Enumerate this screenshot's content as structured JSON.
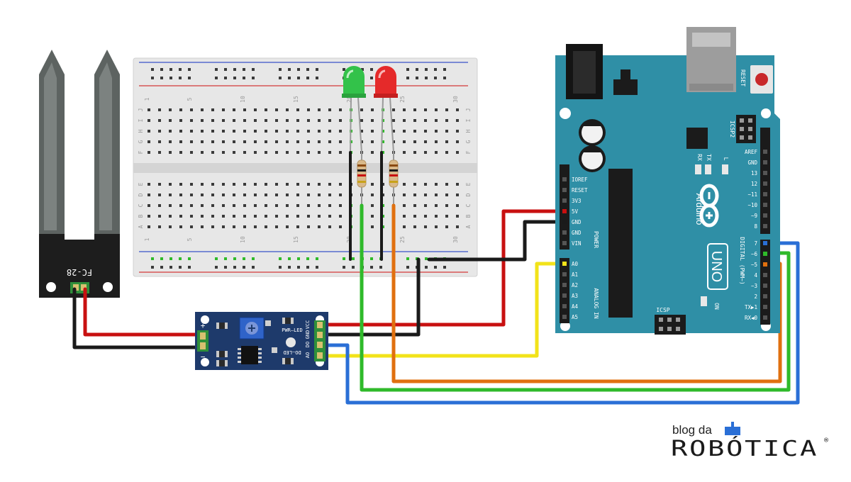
{
  "sensor_probe": {
    "label": "FC-28"
  },
  "sensor_module": {
    "pwr_led_label": "PWR—LED",
    "do_led_label": "DO—LED",
    "pin_labels": [
      "VCC",
      "GND",
      "DO",
      "AO"
    ],
    "plus": "+",
    "minus": "−"
  },
  "breadboard": {
    "column_numbers": [
      "1",
      "5",
      "10",
      "15",
      "20",
      "25",
      "30"
    ],
    "row_letters_top": [
      "J",
      "I",
      "H",
      "G",
      "F"
    ],
    "row_letters_bottom": [
      "E",
      "D",
      "C",
      "B",
      "A"
    ]
  },
  "arduino": {
    "reset_label": "RESET",
    "brand": "Arduino",
    "model": "UNO",
    "icsp_label": "ICSP",
    "icsp2_label": "ICSP2",
    "tx": "TX",
    "rx": "RX",
    "l": "L",
    "on": "ON",
    "power_header_title": "POWER",
    "analog_header_title": "ANALOG IN",
    "digital_header_title": "DIGITAL (PWM~)",
    "power_pins": [
      "IOREF",
      "RESET",
      "3V3",
      "5V",
      "GND",
      "GND",
      "VIN"
    ],
    "analog_pins": [
      "A0",
      "A1",
      "A2",
      "A3",
      "A4",
      "A5"
    ],
    "digital_top_pins": [
      "AREF",
      "GND",
      "13",
      "12",
      "~11",
      "~10",
      "~9",
      "8"
    ],
    "digital_bottom_pins": [
      "7",
      "~6",
      "~5",
      "4",
      "~3",
      "2",
      "TX▶1",
      "RX◀0"
    ]
  },
  "logo": {
    "line1": "blog da",
    "line2": "ROBÓTICA",
    "registered": "®"
  },
  "colors": {
    "board_teal": "#2f8fa6",
    "module_navy": "#1e3a6b",
    "wire_red": "#c81010",
    "wire_black": "#1a1a1a",
    "wire_yellow": "#f2e31a",
    "wire_blue": "#2a6fd6",
    "wire_green": "#2fba2a",
    "wire_orange": "#e0700f",
    "led_green": "#33c24a",
    "led_red": "#e52a2a"
  }
}
